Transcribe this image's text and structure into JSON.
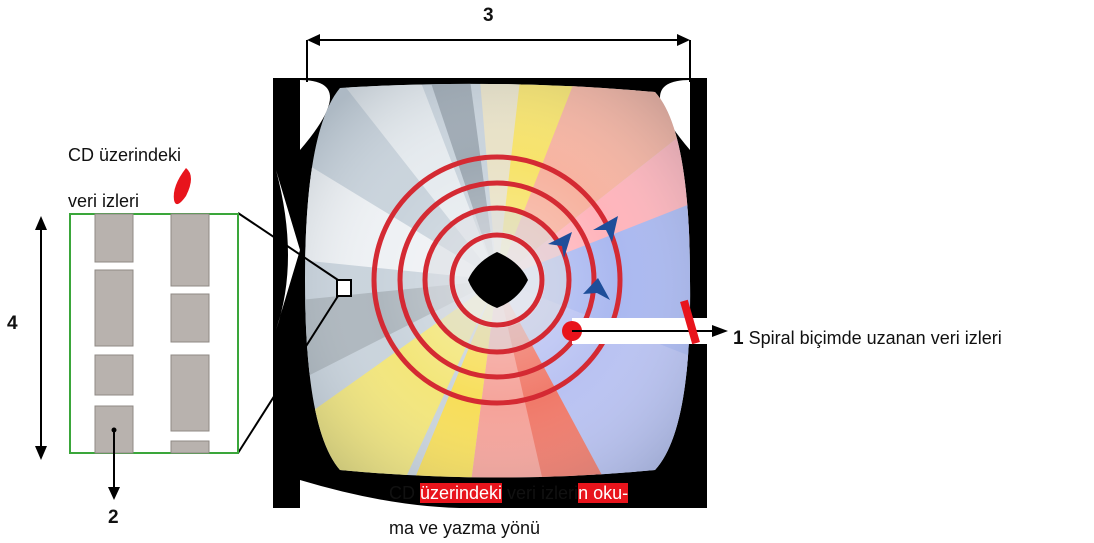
{
  "labels": {
    "num1": "1",
    "num2": "2",
    "num3": "3",
    "num4": "4",
    "tracks_title_line1": "CD üzerindeki",
    "tracks_title_line2": "veri izleri",
    "spiral_label": "Spiral biçimde uzanan veri izleri",
    "caption": {
      "part1": "CD ",
      "part2": "üzerindeki",
      "part3": " veri izleri",
      "part4": "n oku-",
      "line2": "ma ve yazma yönü"
    }
  },
  "colors": {
    "spiral": "#d42a33",
    "highlight": "#e8141c",
    "arrow_marker": "#1e4e9a",
    "track_block": "#b8b2ae",
    "track_border": "#3aa63a"
  },
  "icons": [
    "direction-arrow-icon",
    "laser-pointer-icon",
    "red-drop-icon"
  ]
}
